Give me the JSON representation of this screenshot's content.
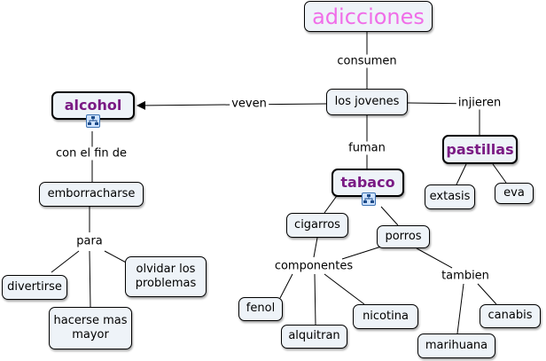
{
  "nodes": {
    "adicciones": "adicciones",
    "los_jovenes": "los jovenes",
    "alcohol": "alcohol",
    "tabaco": "tabaco",
    "pastillas": "pastillas",
    "emborracharse": "emborracharse",
    "divertirse": "divertirse",
    "olvidar_problemas": "olvidar los problemas",
    "hacerse_mayor": "hacerse mas mayor",
    "cigarros": "cigarros",
    "porros": "porros",
    "fenol": "fenol",
    "alquitran": "alquitran",
    "nicotina": "nicotina",
    "marihuana": "marihuana",
    "canabis": "canabis",
    "extasis": "extasis",
    "eva": "eva"
  },
  "links": {
    "consumen": "consumen",
    "veven": "veven",
    "injieren": "injieren",
    "fuman": "fuman",
    "con_el_fin_de": "con el fin de",
    "para": "para",
    "componentes": "componentes",
    "tambien": "tambien"
  },
  "icons": {
    "submap": "submap-icon"
  },
  "colors": {
    "node_fill": "#eef3f8",
    "root_text": "#f06ee8",
    "concept_text": "#7a1a84"
  }
}
